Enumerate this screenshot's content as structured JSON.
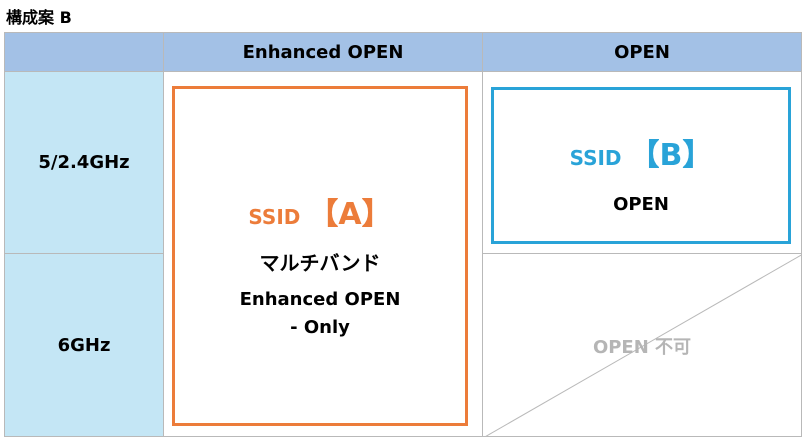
{
  "title": "構成案 B",
  "headers": {
    "col1": "Enhanced OPEN",
    "col2": "OPEN"
  },
  "rows": {
    "band_52": "5/2.4GHz",
    "band_6": "6GHz"
  },
  "ssid_a": {
    "ssid": "SSID",
    "bracket": "【A】",
    "mode": "マルチバンド",
    "line1": "Enhanced OPEN",
    "line2": "- Only"
  },
  "ssid_b": {
    "ssid": "SSID",
    "bracket": "【B】",
    "line1": "OPEN"
  },
  "not_allowed": "OPEN 不可",
  "colors": {
    "header_bg": "#a3c1e6",
    "row_bg": "#c4e6f5",
    "accent_a": "#ec7c3a",
    "accent_b": "#29a3d8",
    "disabled": "#b5b5b5"
  }
}
